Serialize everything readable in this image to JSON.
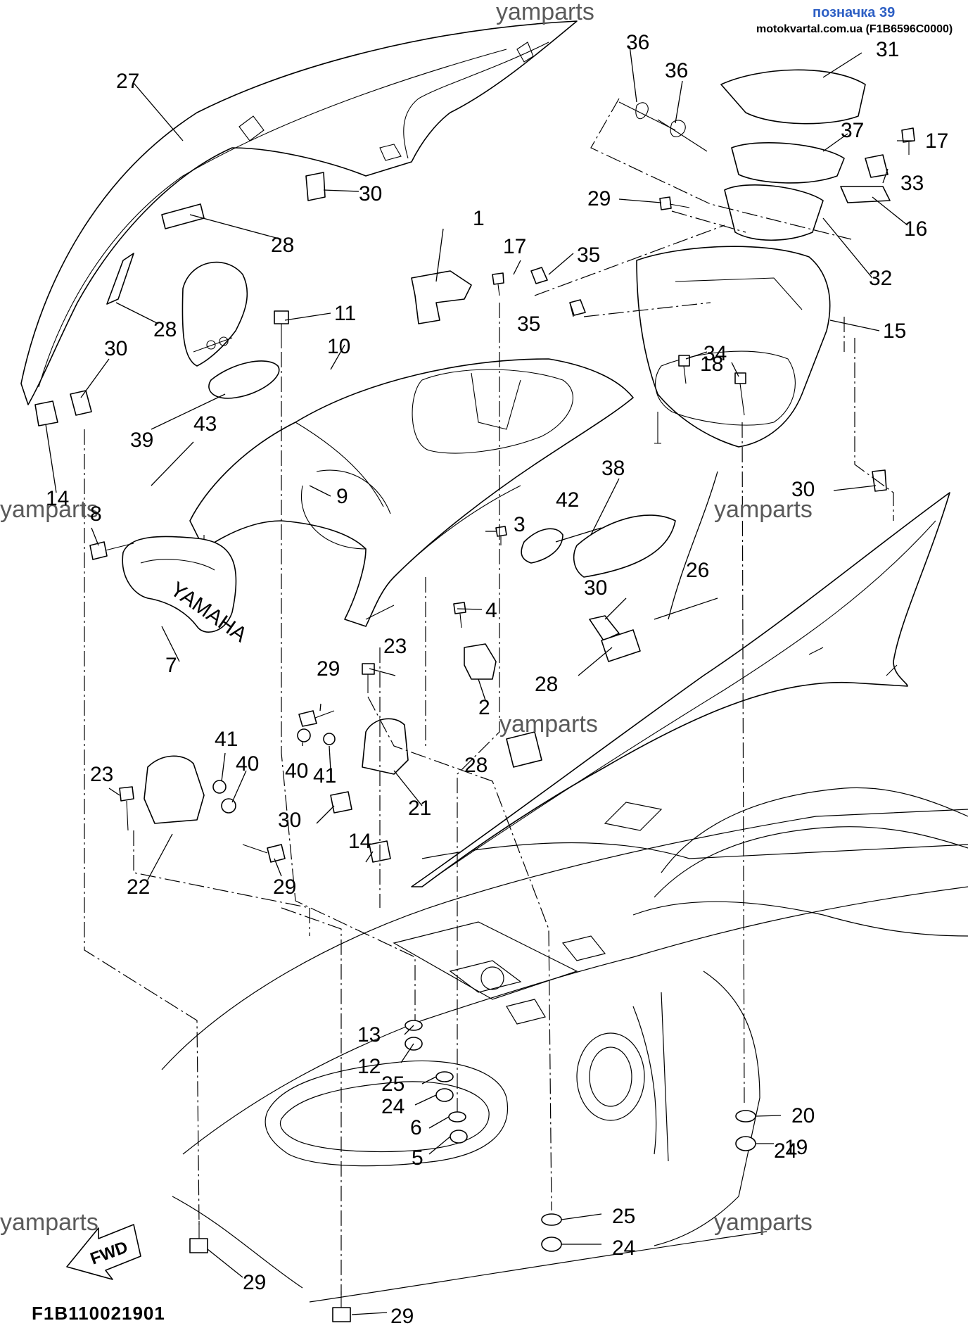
{
  "header": {
    "label": "позначка 39",
    "source": "motokvartal.com.ua (F1B6596C0000)"
  },
  "watermark": "yamparts",
  "drawing_code": "F1B110021901",
  "fwd_label": "FWD",
  "callouts": [
    "1",
    "2",
    "3",
    "4",
    "5",
    "6",
    "7",
    "8",
    "9",
    "10",
    "11",
    "12",
    "13",
    "14",
    "14",
    "15",
    "16",
    "17",
    "17",
    "18",
    "19",
    "20",
    "21",
    "22",
    "23",
    "23",
    "24",
    "24",
    "24",
    "25",
    "25",
    "26",
    "27",
    "28",
    "28",
    "28",
    "28",
    "29",
    "29",
    "29",
    "29",
    "29",
    "30",
    "30",
    "30",
    "30",
    "30",
    "31",
    "32",
    "33",
    "34",
    "35",
    "35",
    "36",
    "36",
    "37",
    "38",
    "39",
    "40",
    "40",
    "41",
    "41",
    "42",
    "43"
  ]
}
